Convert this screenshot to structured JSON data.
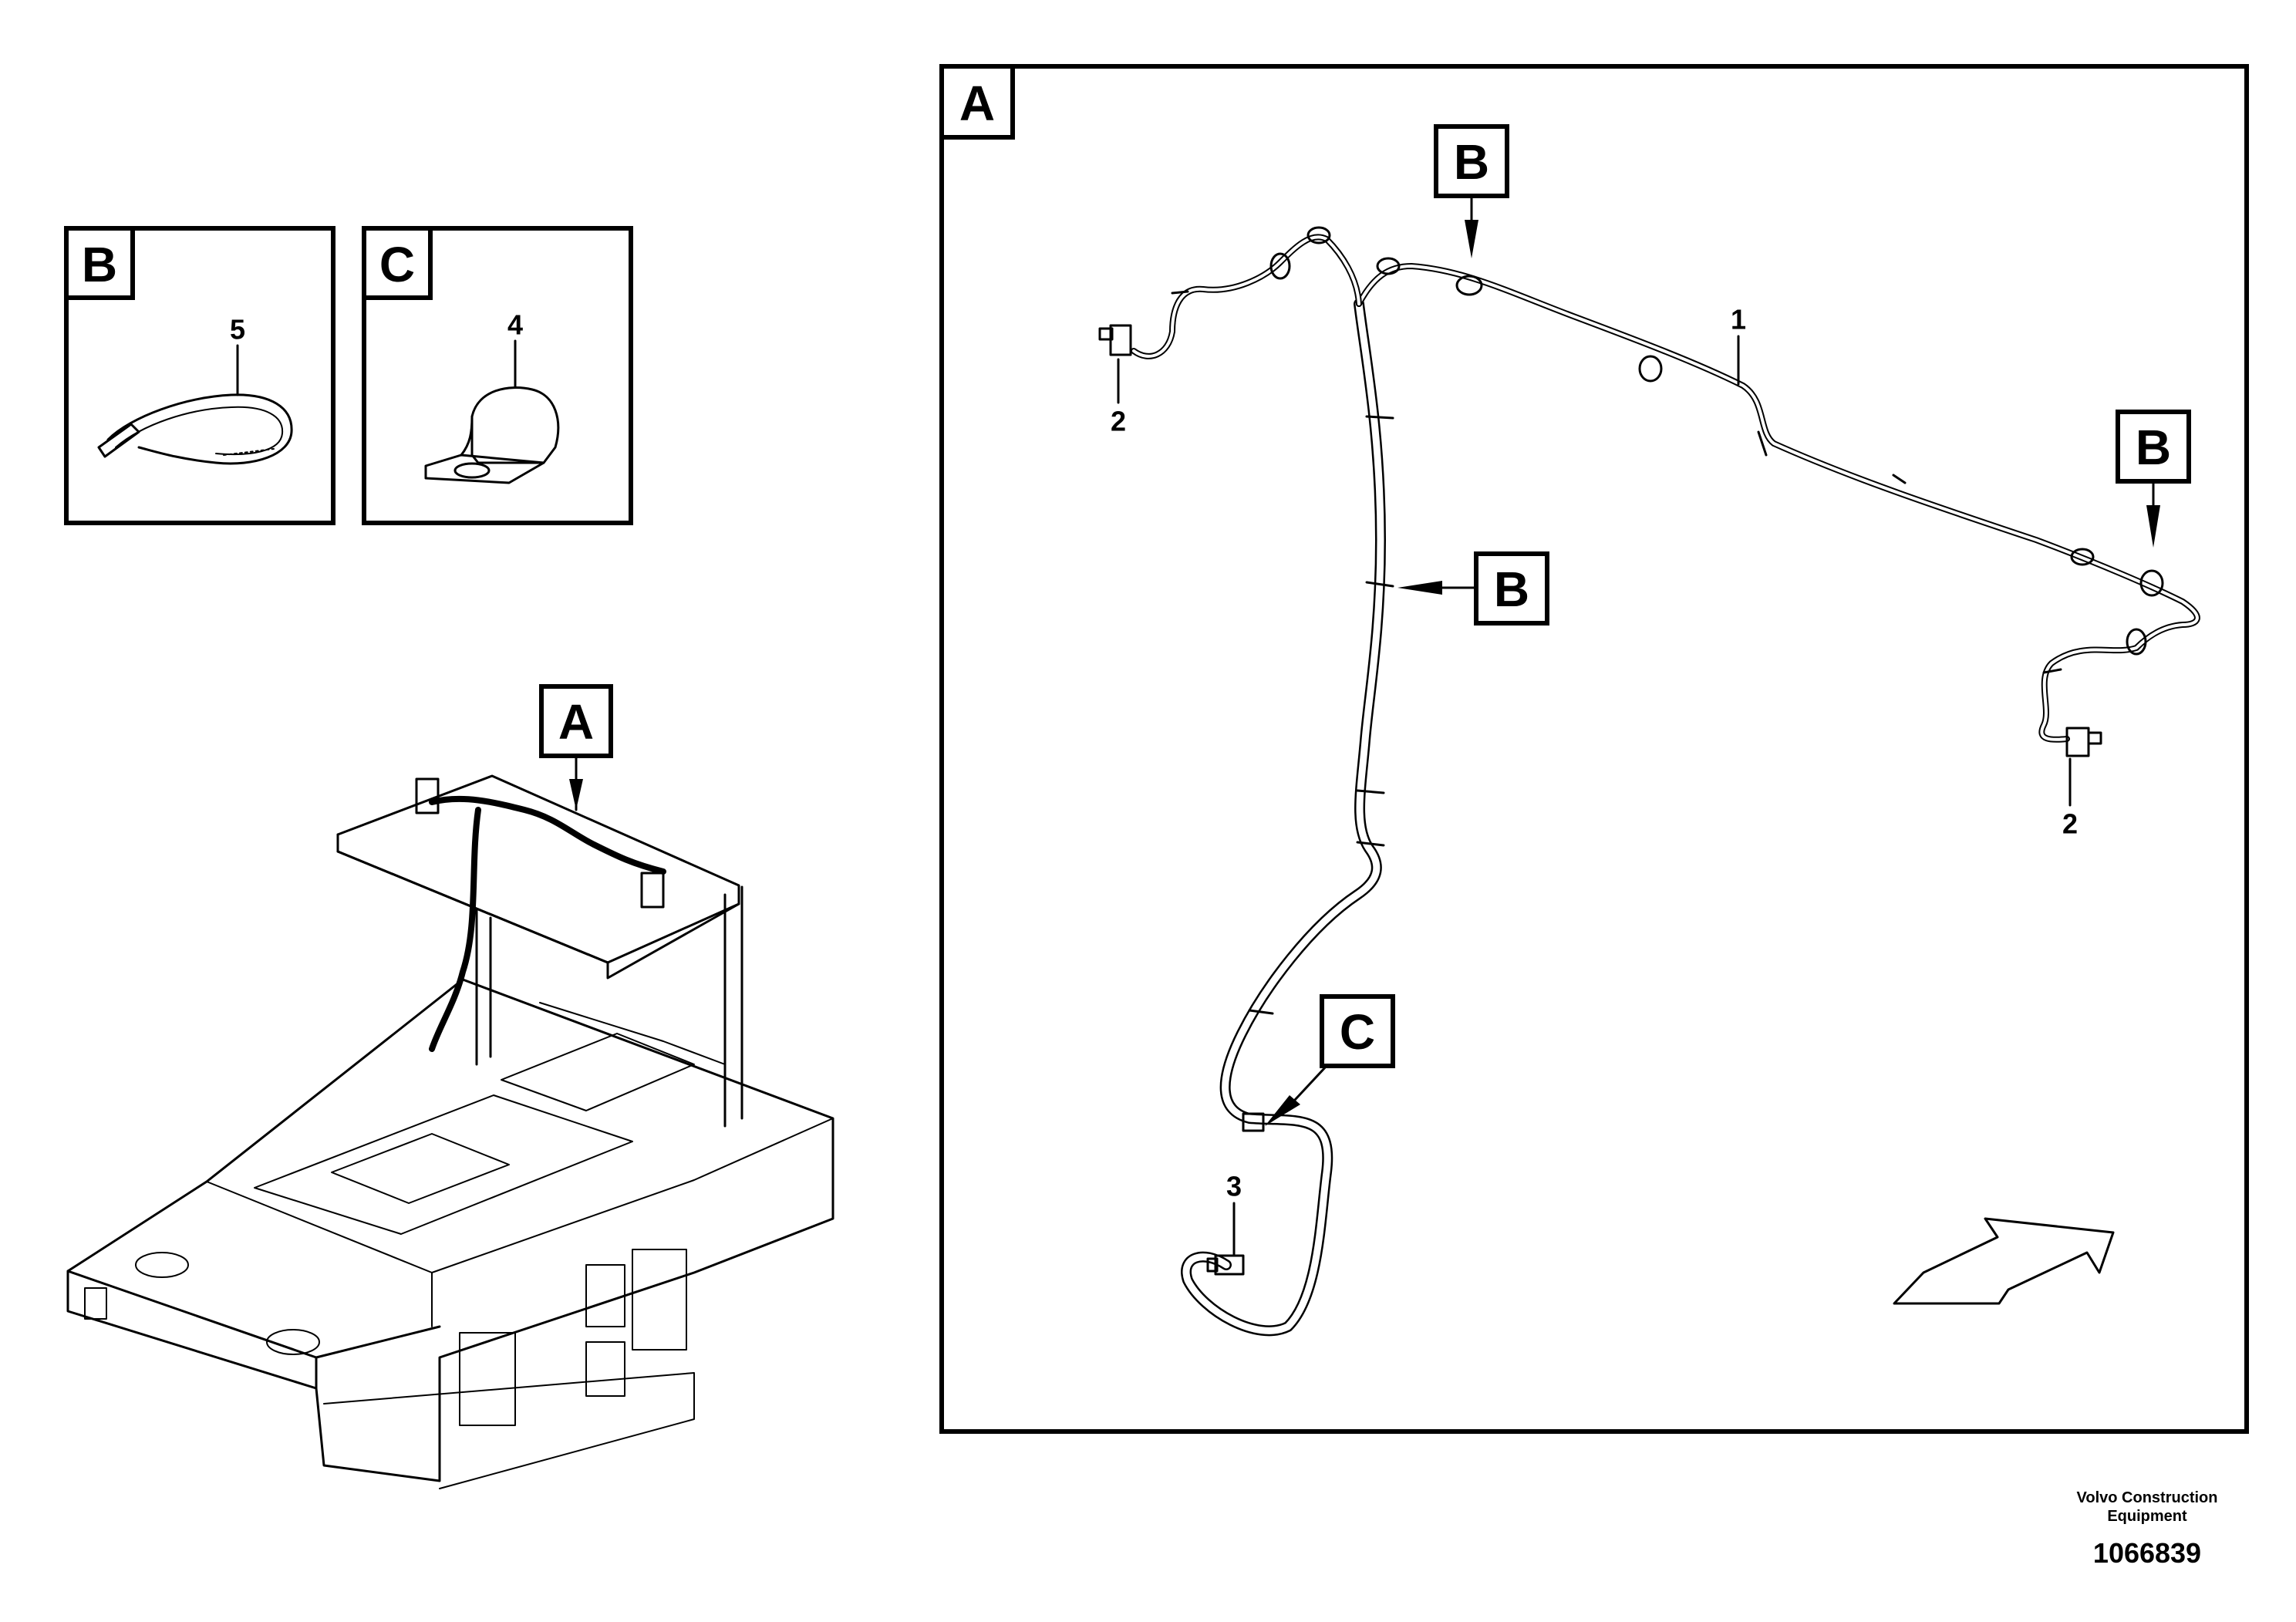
{
  "callouts": {
    "view_a_main": "A",
    "view_a_frame": "A",
    "view_b_box": "B",
    "view_c_box": "C",
    "b_top": "B",
    "b_right": "B",
    "b_middle": "B",
    "c_lower": "C"
  },
  "part_numbers": {
    "harness": "1",
    "connector_left": "2",
    "connector_right": "2",
    "connector_bottom": "3",
    "clamp": "4",
    "cable_tie": "5"
  },
  "footer": {
    "company_line1": "Volvo Construction",
    "company_line2": "Equipment",
    "drawing_number": "1066839"
  }
}
